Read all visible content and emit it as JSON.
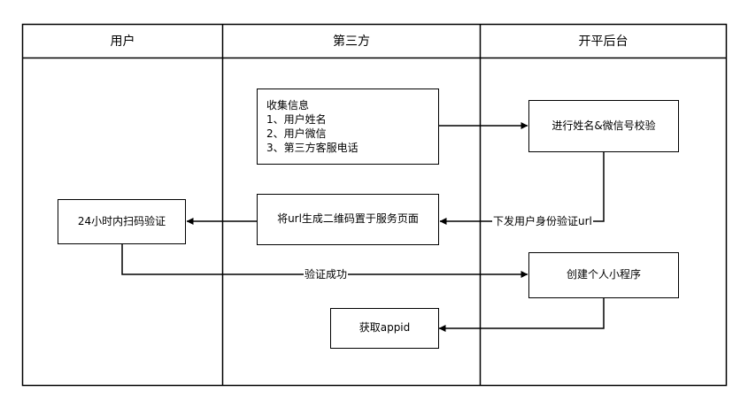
{
  "lanes": {
    "user": "用户",
    "third_party": "第三方",
    "platform": "开平后台"
  },
  "nodes": {
    "collect": {
      "title": "收集信息",
      "items": [
        "1、用户姓名",
        "2、用户微信",
        "3、第三方客服电话"
      ]
    },
    "verify_name": "进行姓名&微信号校验",
    "qr_page": "将url生成二维码置于服务页面",
    "scan_verify": "24小时内扫码验证",
    "create_mp": "创建个人小程序",
    "get_appid": "获取appid"
  },
  "edges": {
    "issue_url": "下发用户身份验证url",
    "verify_success": "验证成功"
  },
  "colors": {
    "stroke": "#000000",
    "background": "#ffffff"
  }
}
